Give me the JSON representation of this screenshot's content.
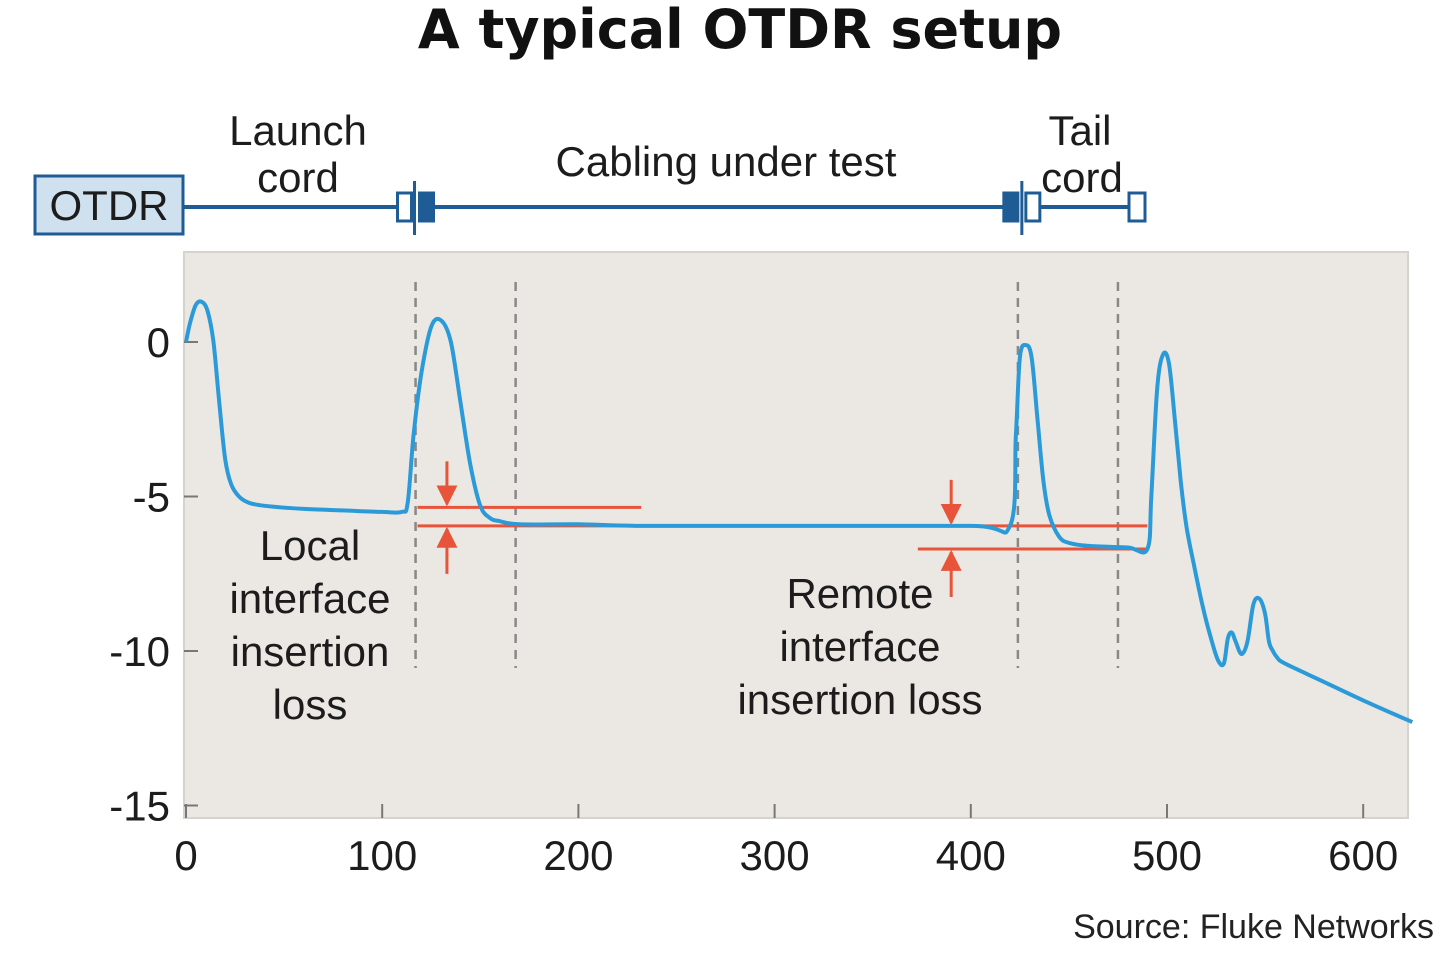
{
  "chart_data": {
    "type": "line",
    "title": "A typical OTDR setup",
    "source": "Source: Fluke Networks",
    "xlabel": "",
    "ylabel": "",
    "xlim": [
      0,
      625
    ],
    "ylim": [
      -15,
      2.8
    ],
    "xticks": [
      0,
      100,
      200,
      300,
      400,
      500,
      600
    ],
    "yticks": [
      0,
      -5,
      -10,
      -15
    ],
    "grid": false,
    "colors": {
      "trace": "#2a9bd8",
      "markers": "#e8543a",
      "cable": "#1f5c95",
      "plot_bg": "#ebe8e4",
      "otdr_box": "#cfe0ee"
    },
    "setup": {
      "otdr_label": "OTDR",
      "launch_label": [
        "Launch",
        "cord"
      ],
      "cabling_label": "Cabling under test",
      "tail_label": [
        "Tail",
        "cord"
      ],
      "connector_1_x": 118,
      "connector_2_x": 425,
      "tail_end_x": 485
    },
    "series": [
      {
        "x": [
          0,
          2,
          5,
          8,
          11,
          14,
          17,
          20,
          23,
          27,
          32,
          40,
          60,
          80,
          100,
          110,
          113,
          116,
          120,
          125,
          130,
          135,
          140,
          145,
          150,
          155,
          160,
          170,
          200,
          232,
          300,
          400,
          420,
          423,
          425,
          428,
          431,
          434,
          437,
          440,
          445,
          450,
          460,
          480,
          490,
          492,
          495,
          498,
          501,
          504,
          507,
          510,
          514,
          518,
          522,
          526,
          529,
          531,
          533,
          535,
          538,
          541,
          544,
          547,
          550,
          552,
          554,
          556,
          560,
          580,
          600,
          625
        ],
        "y": [
          0,
          0.6,
          1.2,
          1.3,
          1,
          0,
          -2,
          -3.8,
          -4.6,
          -5,
          -5.2,
          -5.3,
          -5.4,
          -5.45,
          -5.5,
          -5.5,
          -5.2,
          -3,
          -1,
          0.5,
          0.7,
          0,
          -2,
          -4,
          -5.3,
          -5.7,
          -5.8,
          -5.9,
          -5.9,
          -5.95,
          -5.95,
          -5.95,
          -5.95,
          -3,
          -0.5,
          -0.1,
          -0.5,
          -2.5,
          -4.5,
          -5.6,
          -6.3,
          -6.5,
          -6.6,
          -6.65,
          -6.7,
          -5,
          -1.5,
          -0.4,
          -0.7,
          -2.5,
          -4.5,
          -6,
          -7.3,
          -8.5,
          -9.5,
          -10.3,
          -10.4,
          -9.6,
          -9.4,
          -9.7,
          -10.1,
          -9.7,
          -8.5,
          -8.3,
          -8.8,
          -9.7,
          -10,
          -10.2,
          -10.4,
          -11,
          -11.6,
          -12.3
        ]
      }
    ],
    "local_loss": {
      "label": [
        "Local",
        "interface",
        "insertion",
        "loss"
      ],
      "x_from": 118,
      "x_to": 232,
      "y_upper": -5.35,
      "y_lower": -5.95,
      "arrow_x": 133,
      "bounds_x": [
        117,
        168
      ]
    },
    "remote_loss": {
      "label": [
        "Remote",
        "interface",
        "insertion loss"
      ],
      "x_from": 373,
      "x_to": 490,
      "y_upper": -5.95,
      "y_lower": -6.7,
      "arrow_x": 390,
      "bounds_x": [
        424,
        475
      ]
    }
  }
}
